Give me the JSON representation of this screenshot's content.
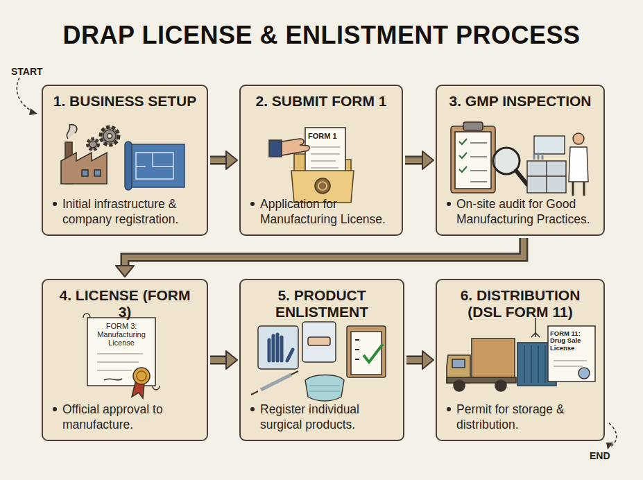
{
  "diagram": {
    "title": "DRAP LICENSE & ENLISTMENT PROCESS",
    "nodes": [
      {
        "text": [
          "1. BUSINESS SETUP",
          "Initial infrastructure & company registration."
        ]
      },
      {
        "text": [
          "2. SUBMIT FORM 1",
          "Application for Manufacturing License."
        ]
      },
      {
        "text": [
          "3. GMP INSPECTION",
          "On-site audit for Good Manufacturing Practices."
        ]
      },
      {
        "text": [
          "4. LICENSE (FORM 3)",
          "Official approval to manufacture."
        ]
      },
      {
        "text": [
          "5. PRODUCT ENLISTMENT",
          "Register individual surgical products."
        ]
      },
      {
        "text": [
          "6. DISTRIBUTION (DSL FORM 11)",
          "Permit for storage & distribution."
        ]
      }
    ],
    "edges": [
      {
        "from": 0,
        "to": 1,
        "arrow": "to"
      },
      {
        "from": 1,
        "to": 2,
        "arrow": "to"
      },
      {
        "from": 2,
        "to": 3,
        "arrow": "to"
      },
      {
        "from": 3,
        "to": 4,
        "arrow": "to"
      },
      {
        "from": 4,
        "to": 5,
        "arrow": "to"
      }
    ],
    "labels": [
      "START",
      "FORM 1",
      "FORM 3: Manufacturing License",
      "FORM 11: Drug Sale License",
      "END"
    ]
  }
}
